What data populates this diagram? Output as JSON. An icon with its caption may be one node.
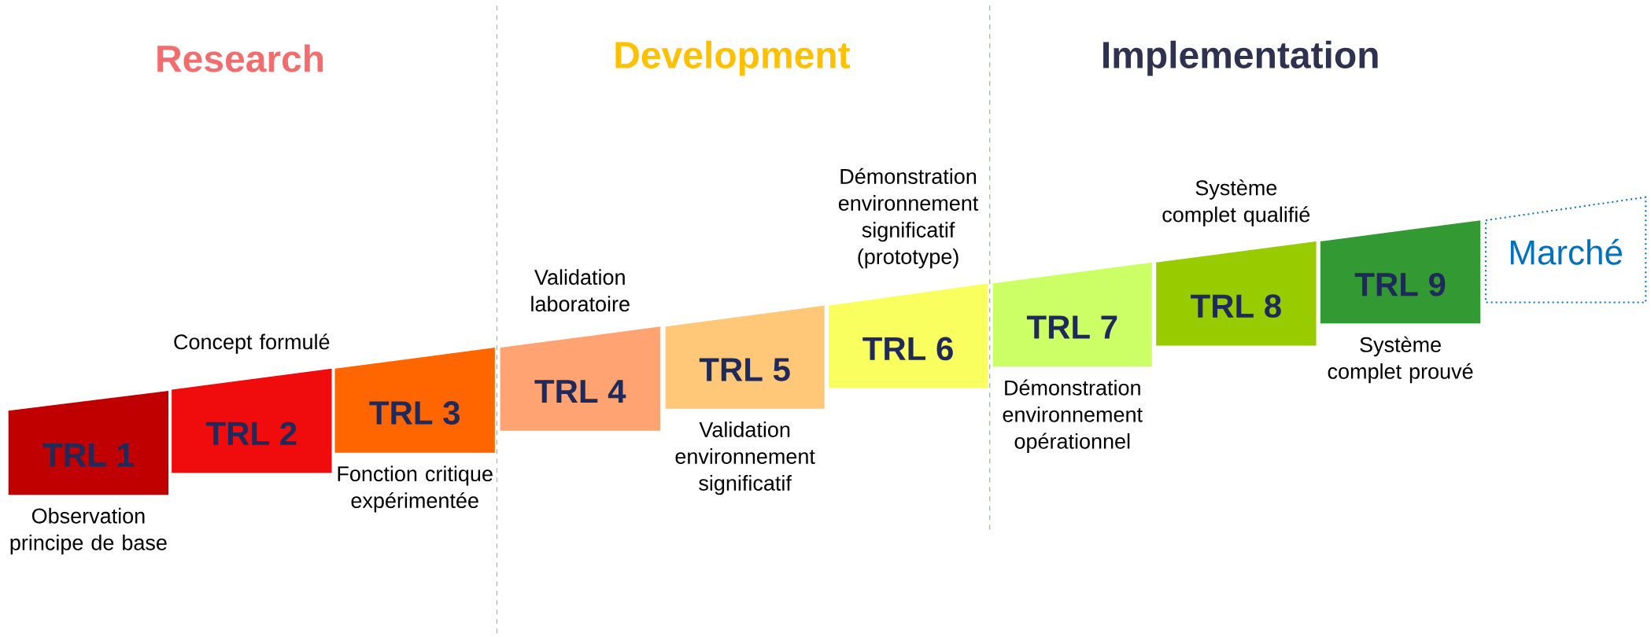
{
  "diagram": {
    "nodes": [
      {
        "text": [
          "TRL 1"
        ],
        "beside": [
          "Observation principe de base"
        ]
      },
      {
        "text": [
          "TRL 2"
        ],
        "beside": [
          "Concept formulé"
        ]
      },
      {
        "text": [
          "TRL 3"
        ],
        "beside": [
          "Fonction critique expérimentée"
        ]
      },
      {
        "text": [
          "TRL 4"
        ],
        "beside": [
          "Validation laboratoire"
        ]
      },
      {
        "text": [
          "TRL 5"
        ],
        "beside": [
          "Validation environnement significatif"
        ]
      },
      {
        "text": [
          "TRL 6"
        ],
        "beside": [
          "Démonstration environnement significatif (prototype)"
        ]
      },
      {
        "text": [
          "TRL 7"
        ],
        "beside": [
          "Démonstration environnement opérationnel"
        ]
      },
      {
        "text": [
          "TRL 8"
        ],
        "beside": [
          "Système complet qualifié"
        ]
      },
      {
        "text": [
          "TRL 9"
        ],
        "beside": [
          "Système complet prouvé"
        ]
      },
      {
        "text": [
          "Marché"
        ]
      }
    ],
    "labels": [
      "Research",
      "Development",
      "Implementation"
    ]
  }
}
